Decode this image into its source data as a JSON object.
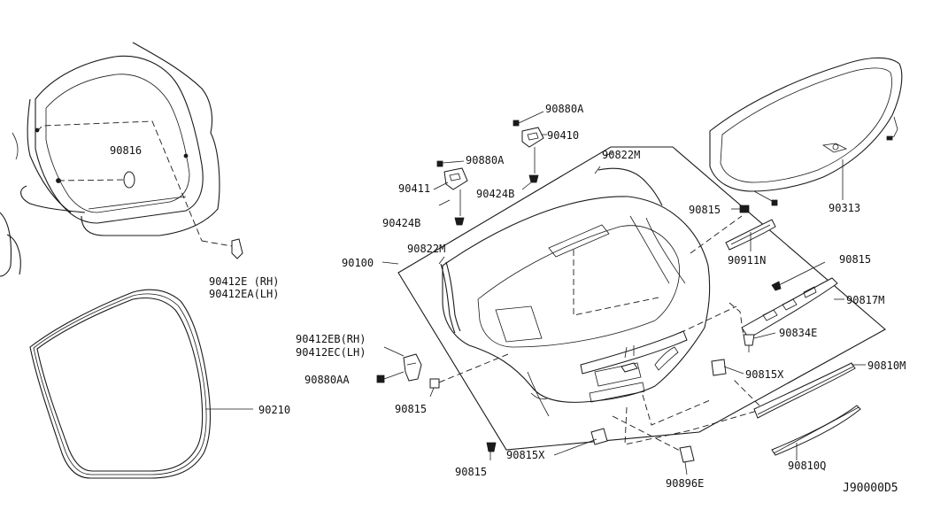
{
  "labels": {
    "p90816": "90816",
    "p90412e": "90412E  (RH)",
    "p90412ea": "90412EA(LH)",
    "p90210": "90210",
    "p90880a_top": "90880A",
    "p90410": "90410",
    "p90880a_mid": "90880A",
    "p90411": "90411",
    "p90424b_right": "90424B",
    "p90424b_left": "90424B",
    "p90822m_top": "90822M",
    "p90822m_side": "90822M",
    "p90100": "90100",
    "p90313": "90313",
    "p90815_top": "90815",
    "p90911n": "90911N",
    "p90815_right": "90815",
    "p90817m": "90817M",
    "p90834e": "90834E",
    "p90412eb": "90412EB(RH)",
    "p90412ec": "90412EC(LH)",
    "p90880aa": "90880AA",
    "p90815_hinge": "90815",
    "p90815x_right": "90815X",
    "p90810m": "90810M",
    "p90815x_bottom": "90815X",
    "p90815_bottom": "90815",
    "p90896e": "90896E",
    "p90810q": "90810Q",
    "diagram_code": "J90000D5"
  }
}
